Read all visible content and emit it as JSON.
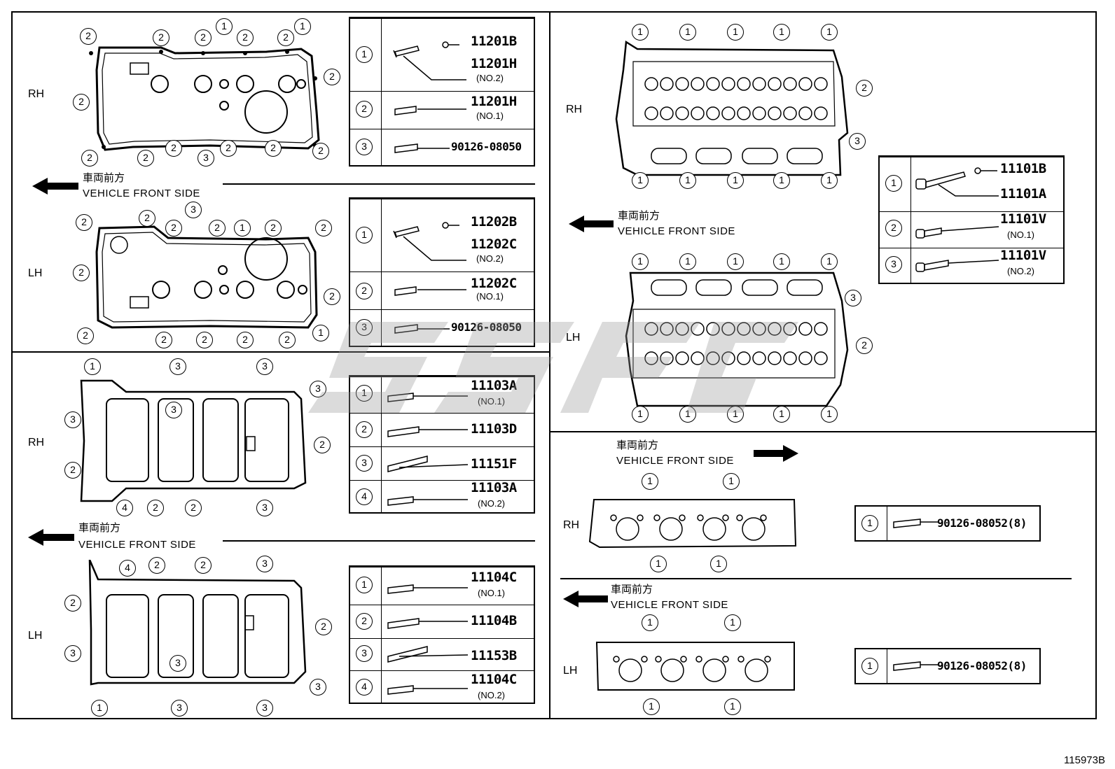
{
  "sides": {
    "rh": "RH",
    "lh": "LH"
  },
  "front": {
    "jp": "車両前方",
    "en": "VEHICLE FRONT SIDE"
  },
  "callouts": [
    "1",
    "2",
    "3",
    "4"
  ],
  "legend_valve_cover_rh": [
    {
      "num": "1",
      "parts": [
        "11201B",
        "11201H"
      ],
      "note": "(NO.2)"
    },
    {
      "num": "2",
      "parts": [
        "11201H"
      ],
      "note": "(NO.1)"
    },
    {
      "num": "3",
      "parts": [
        "90126-08050"
      ],
      "note": ""
    }
  ],
  "legend_valve_cover_lh": [
    {
      "num": "1",
      "parts": [
        "11202B",
        "11202C"
      ],
      "note": "(NO.2)"
    },
    {
      "num": "2",
      "parts": [
        "11202C"
      ],
      "note": "(NO.1)"
    },
    {
      "num": "3",
      "parts": [
        "90126-08050"
      ],
      "note": ""
    }
  ],
  "legend_cam_housing_rh": [
    {
      "num": "1",
      "parts": [
        "11103A"
      ],
      "note": "(NO.1)"
    },
    {
      "num": "2",
      "parts": [
        "11103D"
      ],
      "note": ""
    },
    {
      "num": "3",
      "parts": [
        "11151F"
      ],
      "note": ""
    },
    {
      "num": "4",
      "parts": [
        "11103A"
      ],
      "note": "(NO.2)"
    }
  ],
  "legend_cam_housing_lh": [
    {
      "num": "1",
      "parts": [
        "11104C"
      ],
      "note": "(NO.1)"
    },
    {
      "num": "2",
      "parts": [
        "11104B"
      ],
      "note": ""
    },
    {
      "num": "3",
      "parts": [
        "11153B"
      ],
      "note": ""
    },
    {
      "num": "4",
      "parts": [
        "11104C"
      ],
      "note": "(NO.2)"
    }
  ],
  "legend_head": [
    {
      "num": "1",
      "parts": [
        "11101B",
        "11101A"
      ],
      "note": ""
    },
    {
      "num": "2",
      "parts": [
        "11101V"
      ],
      "note": "(NO.1)"
    },
    {
      "num": "3",
      "parts": [
        "11101V"
      ],
      "note": "(NO.2)"
    }
  ],
  "legend_exhaust_rh": {
    "num": "1",
    "part": "90126-08052(8)"
  },
  "legend_exhaust_lh": {
    "num": "1",
    "part": "90126-08052(8)"
  },
  "figure_code": "115973B"
}
